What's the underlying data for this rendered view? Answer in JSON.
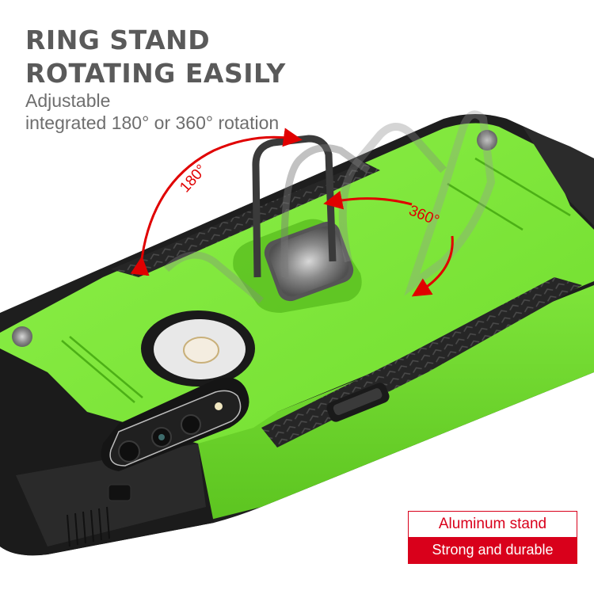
{
  "headline": {
    "line1": "RING STAND",
    "line2": "ROTATING EASILY"
  },
  "subheadline": {
    "line1": "Adjustable",
    "line2": "integrated 180° or 360° rotation"
  },
  "annotations": {
    "rotation_180": "180°",
    "rotation_360": "360°"
  },
  "badge": {
    "top_label": "Aluminum stand",
    "bottom_label": "Strong and durable"
  },
  "colors": {
    "case_green": "#7fe83c",
    "case_green_dark": "#5cc420",
    "bumper_black": "#1e1e1e",
    "accent_red": "#d9001b",
    "arrow_red": "#e00000",
    "text_gray": "#5a5a5a"
  }
}
